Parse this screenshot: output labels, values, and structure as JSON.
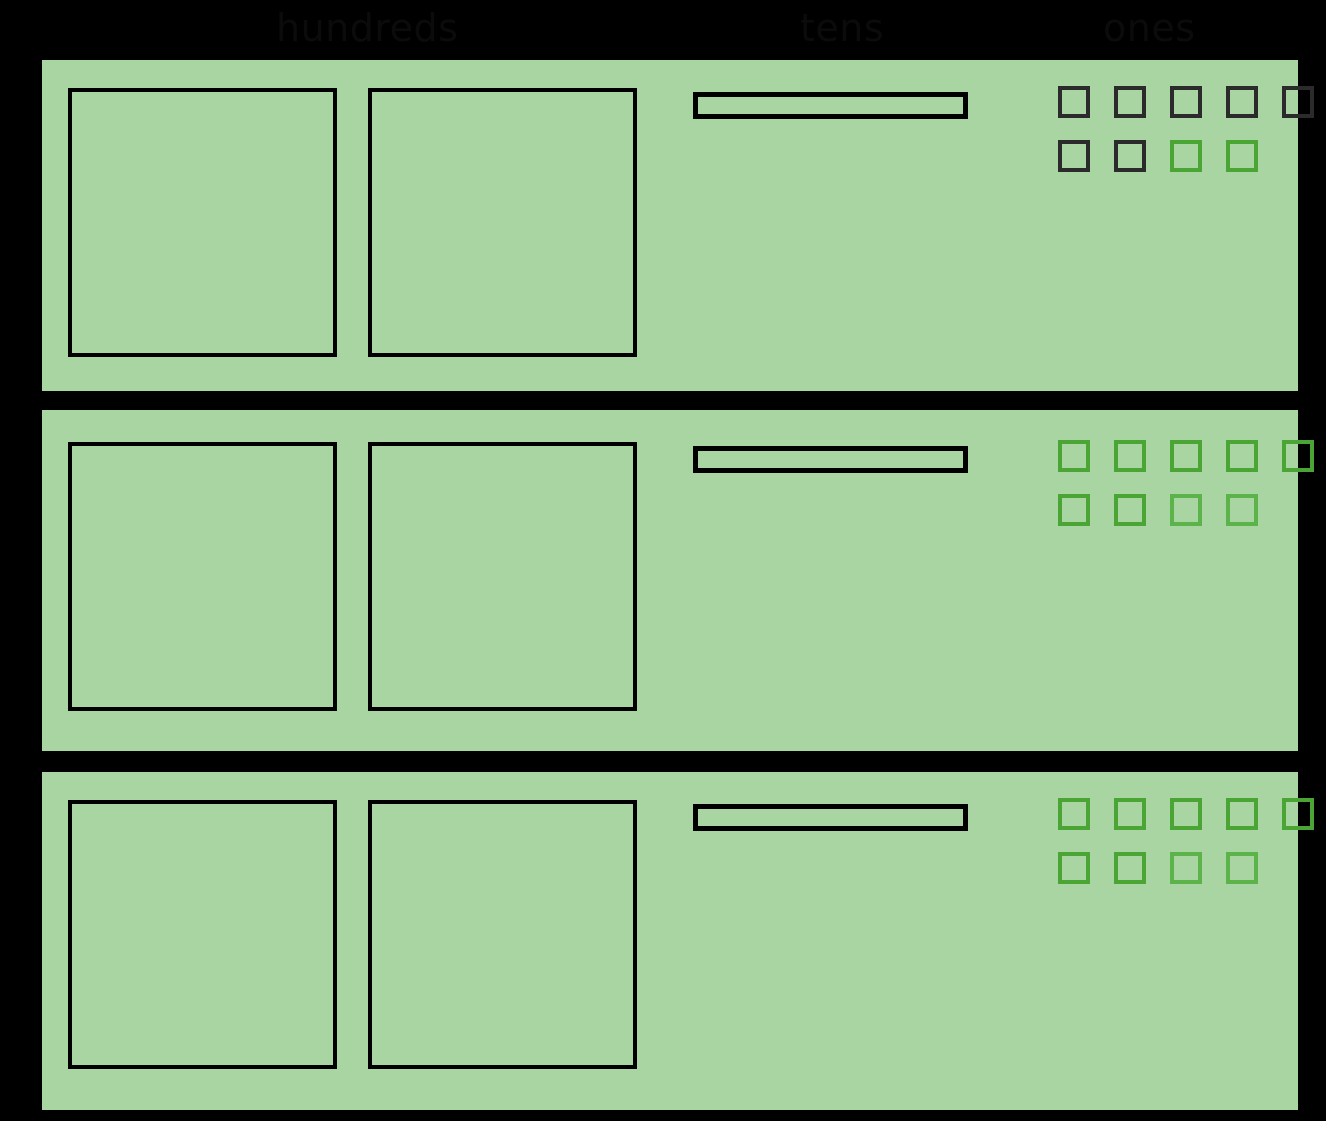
{
  "background_color": "#000000",
  "panel_color": "#a8d5a2",
  "colors": {
    "outline_black": "#000000",
    "unit_dark": "#2b2b2b",
    "unit_green": "#4aa535",
    "unit_green_light": "#5cb34a",
    "label_text": "#0b0b0b"
  },
  "headers": {
    "hundreds": "hundreds",
    "tens": "tens",
    "ones": "ones"
  },
  "rows": [
    {
      "id": "row-1",
      "hundreds_count": 2,
      "tens_count": 1,
      "ones_count": 9,
      "ones_tones": [
        "dark",
        "dark",
        "dark",
        "dark",
        "dark",
        "dark",
        "dark",
        "green",
        "green"
      ]
    },
    {
      "id": "row-2",
      "hundreds_count": 2,
      "tens_count": 1,
      "ones_count": 9,
      "ones_tones": [
        "green",
        "green",
        "green",
        "green",
        "green",
        "green",
        "green",
        "green2",
        "green2"
      ]
    },
    {
      "id": "row-3",
      "hundreds_count": 2,
      "tens_count": 1,
      "ones_count": 9,
      "ones_tones": [
        "green",
        "green",
        "green",
        "green",
        "green",
        "green",
        "green",
        "green2",
        "green2"
      ]
    }
  ]
}
